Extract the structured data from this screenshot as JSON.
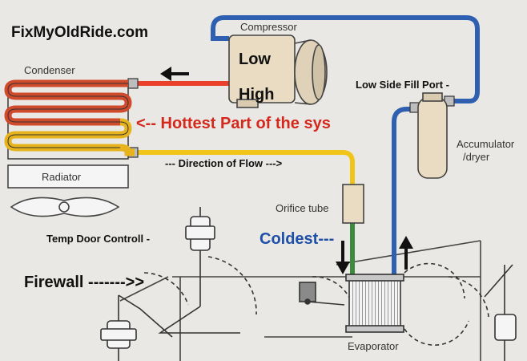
{
  "watermark": "FixMyOldRide.com",
  "components": {
    "compressor": "Compressor",
    "condenser": "Condenser",
    "radiator": "Radiator",
    "accumulator_line1": "Accumulator",
    "accumulator_line2": "/dryer",
    "orifice_tube": "Orifice tube",
    "evaporator": "Evaporator"
  },
  "annotations": {
    "low": "Low",
    "high": "High",
    "low_side_fill_port": "Low Side Fill Port -",
    "hottest": "<-- Hottest Part of the sys",
    "direction_of_flow": "--- Direction of Flow --->",
    "temp_door": "Temp Door Controll -",
    "coldest": "Coldest---",
    "firewall": "Firewall ------->>"
  },
  "colors": {
    "hot_line": "#e8402a",
    "warm_line": "#f0c419",
    "cold_line": "#2f5fb0",
    "liquid_line": "#3e8a3e",
    "hottest_text": "#d4281c",
    "coldest_text": "#1f4fa8"
  }
}
